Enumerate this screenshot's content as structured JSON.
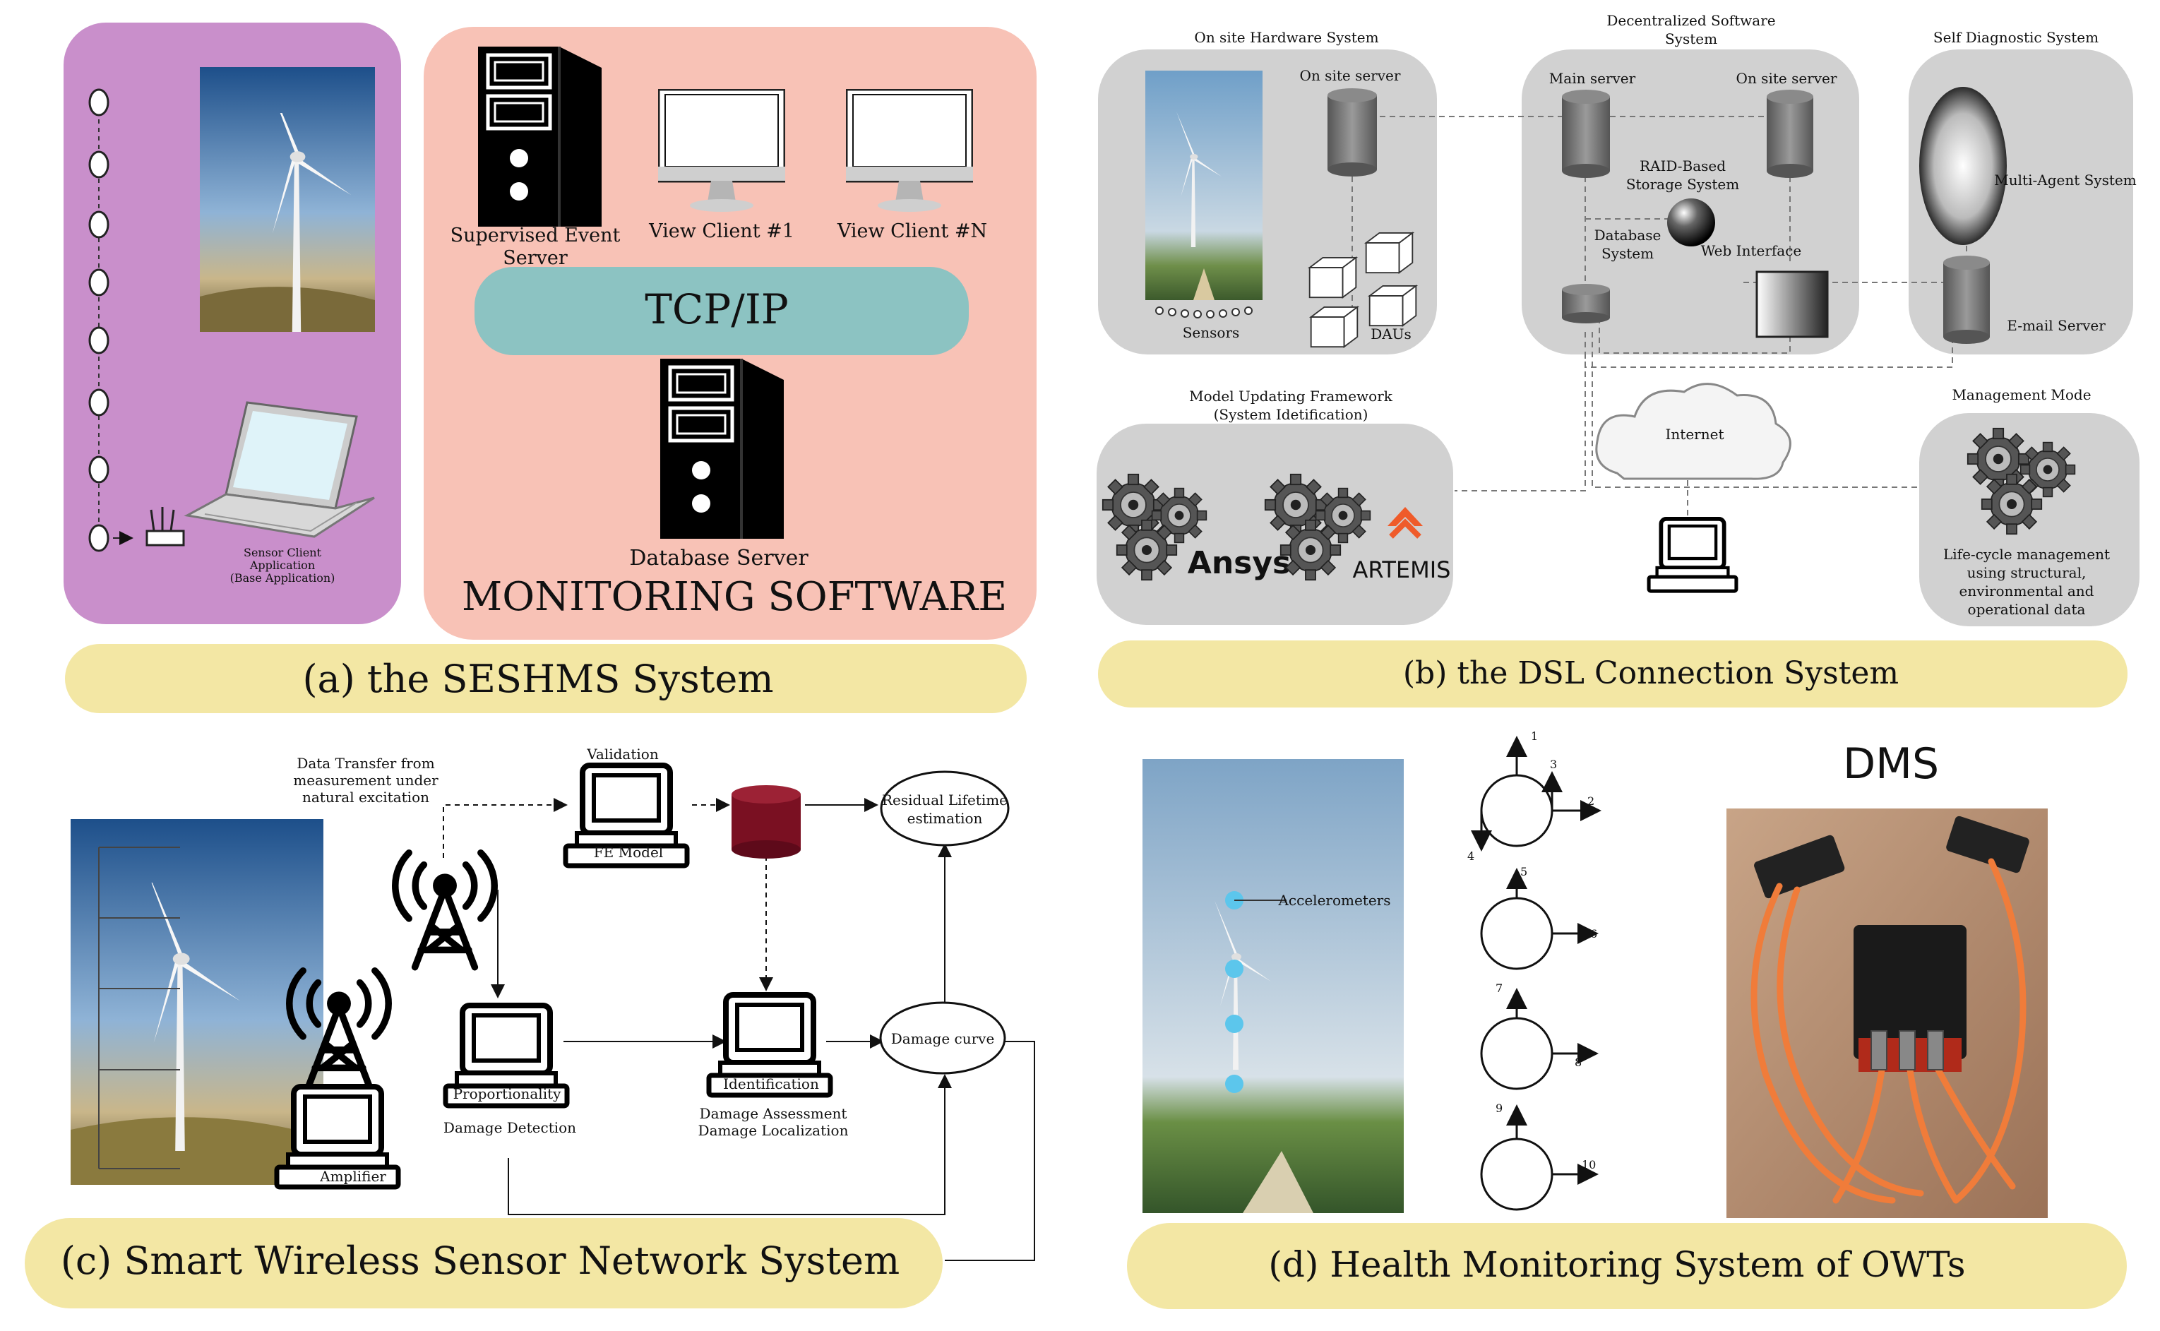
{
  "colors": {
    "panel_a_left": "#c98fcb",
    "panel_a_right": "#f8c2b6",
    "tcp_band": "#8cc3c2",
    "caption_band": "#f3e7a4",
    "panel_b_boxes": "#d1d1d1",
    "sensor_dots": "#5cc6ec",
    "cloud": "#f4f4f4",
    "db_red": "#7a1022",
    "cable_orange": "#f07c3a"
  },
  "panel_a": {
    "caption": "(a) the SESHMS System",
    "sensor_client": [
      "Sensor Client",
      "Application",
      "(Base Application)"
    ],
    "event_server": [
      "Supervised Event",
      "Server"
    ],
    "view_client_1": "View Client #1",
    "view_client_n": "View Client #N",
    "tcp": "TCP/IP",
    "db_server": "Database Server",
    "monitoring": "MONITORING SOFTWARE"
  },
  "panel_b": {
    "caption": "(b) the DSL Connection System",
    "hardware_title": "On site Hardware System",
    "software_title": [
      "Decentralized Software",
      "System"
    ],
    "diagnostic_title": "Self Diagnostic System",
    "onsite_server": "On site server",
    "sensors": "Sensors",
    "daus": "DAUs",
    "main_server": "Main server",
    "onsite_server_2": "On site server",
    "raid": [
      "RAID-Based",
      "Storage System"
    ],
    "database": [
      "Database",
      "System"
    ],
    "web": "Web Interface",
    "multi_agent": "Multi-Agent System",
    "email": "E-mail Server",
    "model_title": [
      "Model Updating Framework",
      "(System Idetification)"
    ],
    "ansys": "Ansys",
    "artemis": "ARTEMIS",
    "internet": "Internet",
    "mgmt_title": "Management Mode",
    "mgmt_text": [
      "Life-cycle management",
      "using structural,",
      "environmental and",
      "operational data"
    ]
  },
  "panel_c": {
    "caption": "(c) Smart Wireless Sensor Network System",
    "data_transfer": [
      "Data Transfer from",
      "measurement under",
      "natural excitation"
    ],
    "validation": "Validation",
    "fe_model": "FE Model",
    "residual": [
      "Residual Lifetime",
      "estimation"
    ],
    "proportionality": "Proportionality",
    "damage_detection": "Damage Detection",
    "identification": "Identification",
    "damage_assess": [
      "Damage Assessment",
      "Damage Localization"
    ],
    "damage_curve": "Damage curve",
    "amplifier": "Amplifier"
  },
  "panel_d": {
    "caption": "(d) Health Monitoring System of OWTs",
    "accelerometers": "Accelerometers",
    "dms": "DMS",
    "axes": [
      "1",
      "2",
      "3",
      "4",
      "5",
      "6",
      "7",
      "8",
      "9",
      "10"
    ]
  }
}
